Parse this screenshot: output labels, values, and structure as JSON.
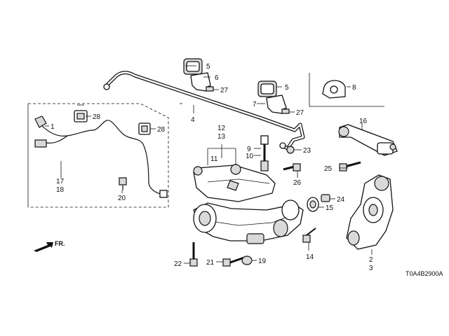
{
  "labels": {
    "p1": "1",
    "p2": "2",
    "p3": "3",
    "p4": "4",
    "p5a": "5",
    "p5b": "5",
    "p6": "6",
    "p7": "7",
    "p8": "8",
    "p9": "9",
    "p10": "10",
    "p11": "11",
    "p12": "12",
    "p13": "13",
    "p14": "14",
    "p15": "15",
    "p16": "16",
    "p17": "17",
    "p18": "18",
    "p19": "19",
    "p20": "20",
    "p21": "21",
    "p22": "22",
    "p23": "23",
    "p24": "24",
    "p25": "25",
    "p26": "26",
    "p27a": "27",
    "p27b": "27",
    "p28a": "28",
    "p28b": "28"
  },
  "direction": "FR.",
  "diagram_code": "T0A4B2900A"
}
